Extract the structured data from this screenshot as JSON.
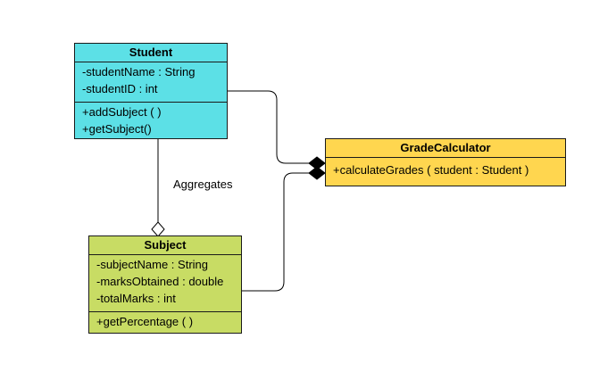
{
  "classes": {
    "student": {
      "name": "Student",
      "attributes": [
        "-studentName : String",
        "-studentID : int"
      ],
      "methods": [
        "+addSubject ( )",
        "+getSubject()"
      ],
      "color": "#5ce0e6"
    },
    "subject": {
      "name": "Subject",
      "attributes": [
        "-subjectName : String",
        "-marksObtained : double",
        "-totalMarks : int"
      ],
      "methods": [
        "+getPercentage ( )"
      ],
      "color": "#c8dc64"
    },
    "grade_calculator": {
      "name": "GradeCalculator",
      "methods": [
        "+calculateGrades ( student : Student )"
      ],
      "color": "#ffd64f"
    }
  },
  "relationships": {
    "aggregation_label": "Aggregates"
  }
}
